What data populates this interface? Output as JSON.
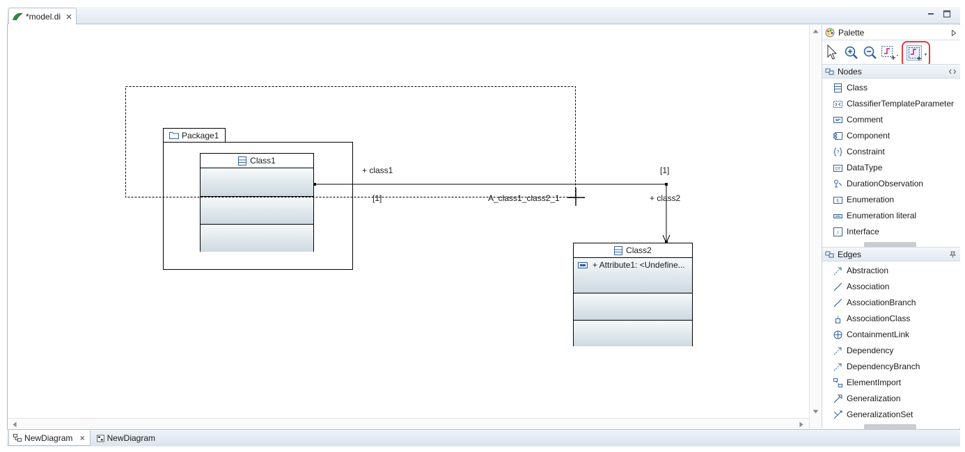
{
  "editor": {
    "tab_title": "*model.di"
  },
  "diagram": {
    "package_name": "Package1",
    "class1_name": "Class1",
    "class2_name": "Class2",
    "class2_attribute": "+ Attribute1: <Undefine...",
    "assoc_role1": "+ class1",
    "assoc_role2": "+ class2",
    "assoc_mult1": "[1]",
    "assoc_mult2": "[1]",
    "assoc_name": "A_class1_class2_1"
  },
  "palette": {
    "title": "Palette",
    "tools": [
      "select-tool",
      "zoom-in-tool",
      "zoom-out-tool",
      "marquee-tool",
      "marquee-connections-tool"
    ],
    "nodes_header": "Nodes",
    "nodes": [
      {
        "label": "Class",
        "icon": "class-icon"
      },
      {
        "label": "ClassifierTemplateParameter",
        "icon": "template-parameter-icon"
      },
      {
        "label": "Comment",
        "icon": "comment-icon"
      },
      {
        "label": "Component",
        "icon": "component-icon"
      },
      {
        "label": "Constraint",
        "icon": "constraint-icon"
      },
      {
        "label": "DataType",
        "icon": "datatype-icon"
      },
      {
        "label": "DurationObservation",
        "icon": "duration-observation-icon"
      },
      {
        "label": "Enumeration",
        "icon": "enumeration-icon"
      },
      {
        "label": "Enumeration literal",
        "icon": "enumeration-literal-icon"
      },
      {
        "label": "Interface",
        "icon": "interface-icon"
      }
    ],
    "edges_header": "Edges",
    "edges": [
      {
        "label": "Abstraction",
        "icon": "abstraction-icon"
      },
      {
        "label": "Association",
        "icon": "association-icon"
      },
      {
        "label": "AssociationBranch",
        "icon": "association-branch-icon"
      },
      {
        "label": "AssociationClass",
        "icon": "association-class-icon"
      },
      {
        "label": "ContainmentLink",
        "icon": "containment-link-icon"
      },
      {
        "label": "Dependency",
        "icon": "dependency-icon"
      },
      {
        "label": "DependencyBranch",
        "icon": "dependency-branch-icon"
      },
      {
        "label": "ElementImport",
        "icon": "element-import-icon"
      },
      {
        "label": "Generalization",
        "icon": "generalization-icon"
      },
      {
        "label": "GeneralizationSet",
        "icon": "generalization-set-icon"
      }
    ]
  },
  "bottom_tabs": [
    {
      "label": "NewDiagram",
      "active": true
    },
    {
      "label": "NewDiagram",
      "active": false
    }
  ],
  "colors": {
    "highlight_ring": "#e0393e",
    "palette_header_bg": "#e6ecf3",
    "compartment_gradient_bottom": "#cdd9e0"
  }
}
